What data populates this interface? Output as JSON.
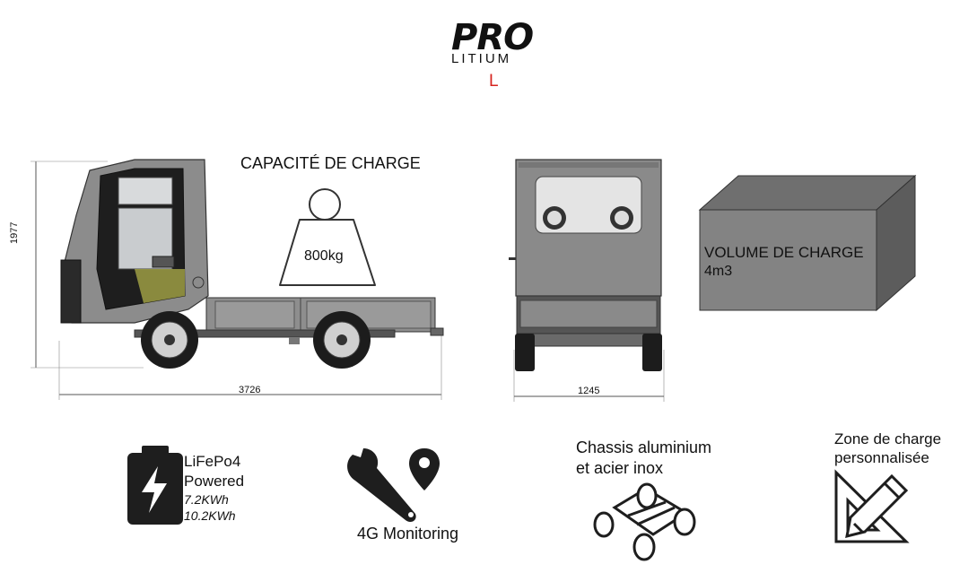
{
  "logo": {
    "brand": "PRO",
    "sub": "LITIUM",
    "model": "L"
  },
  "payload": {
    "title": "CAPACITÉ DE CHARGE",
    "weight": "800kg"
  },
  "dimensions": {
    "height": "1977",
    "length": "3726",
    "width": "1245"
  },
  "volume": {
    "title": "VOLUME DE CHARGE",
    "value": "4m3"
  },
  "features": {
    "battery": {
      "line1": "LiFePo4",
      "line2": "Powered",
      "line3": "7.2KWh",
      "line4": "10.2KWh"
    },
    "monitoring": {
      "label": "4G Monitoring"
    },
    "chassis": {
      "line1": "Chassis aluminium",
      "line2": "et acier inox"
    },
    "zone": {
      "line1": "Zone de charge",
      "line2": "personnalisée"
    }
  },
  "colors": {
    "accent_red": "#d6231e",
    "body_gray": "#8a8a8a",
    "box_gray": "#808080"
  },
  "icons": [
    "battery-icon",
    "wrench-icon",
    "location-pin-icon",
    "chassis-icon",
    "triangle-ruler-pencil-icon"
  ]
}
